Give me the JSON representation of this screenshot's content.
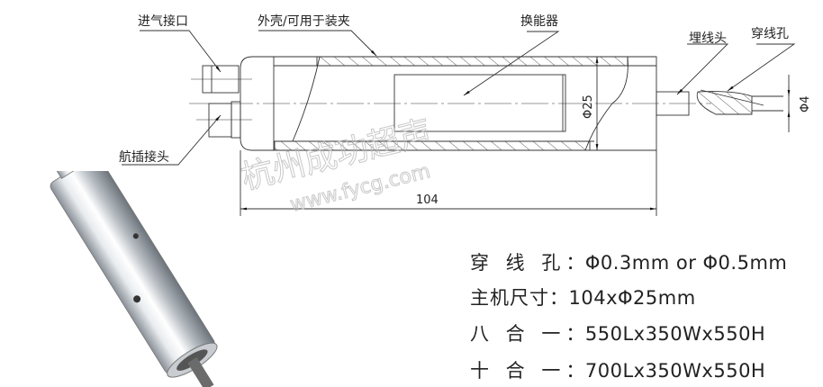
{
  "drawing": {
    "labels": {
      "air_inlet": "进气接口",
      "housing": "外壳/可用于装夹",
      "transducer": "换能器",
      "wire_end": "埋线头",
      "threading_hole": "穿线孔",
      "aviation_plug": "航插接头"
    },
    "dimensions": {
      "diameter_body": "Φ25",
      "diameter_tip": "Φ4",
      "length": "104"
    },
    "watermark": {
      "company": "杭州成功超声",
      "url": "www.fycg.com"
    }
  },
  "specs": [
    {
      "key": "穿 线 孔",
      "sep": "：",
      "value": "Φ0.3mm or Φ0.5mm"
    },
    {
      "key": "主机尺寸",
      "sep": "：",
      "value": "104xΦ25mm"
    },
    {
      "key": "八 合 一",
      "sep": "：",
      "value": "550Lx350Wx550H"
    },
    {
      "key": "十 合 一",
      "sep": "：",
      "value": "700Lx350Wx550H"
    }
  ]
}
